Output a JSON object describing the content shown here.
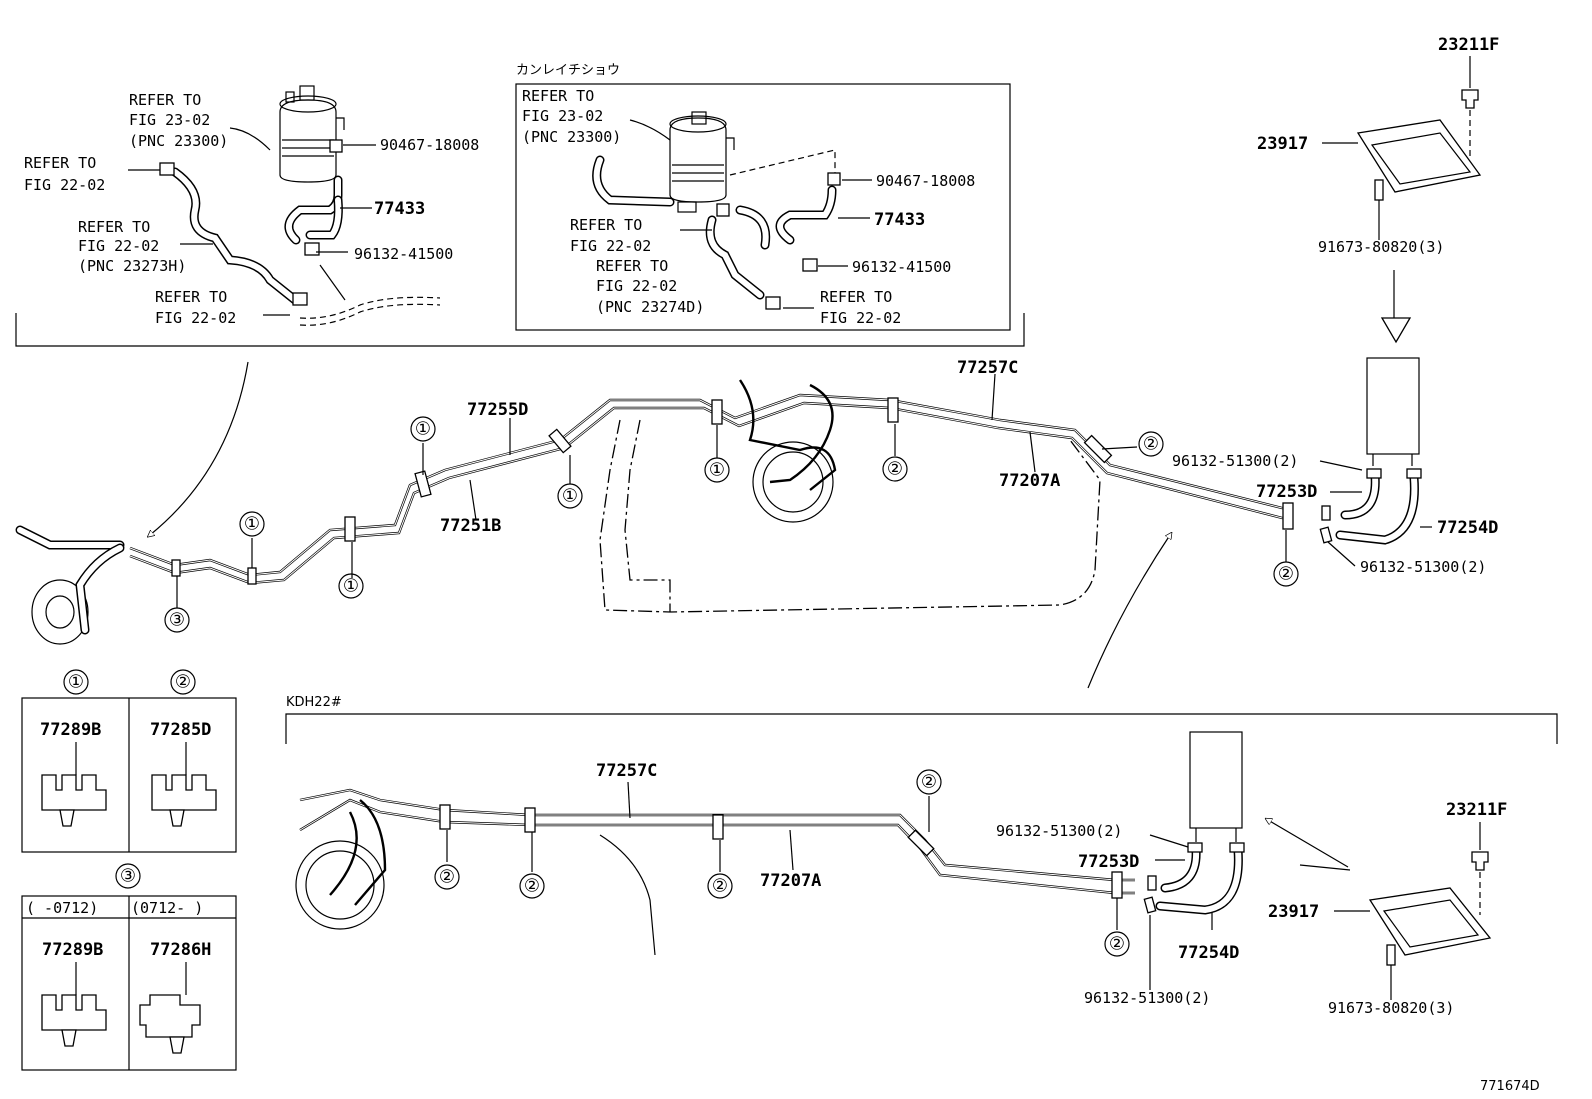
{
  "diagram_id": "771674D",
  "top_left": {
    "refer1": [
      "REFER TO",
      "FIG 23-02",
      "(PNC 23300)"
    ],
    "refer2": [
      "REFER TO",
      "FIG 22-02"
    ],
    "refer3": [
      "REFER TO",
      "FIG 22-02",
      "(PNC 23273H)"
    ],
    "refer4": [
      "REFER TO",
      "FIG 22-02"
    ],
    "p_90467": "90467-18008",
    "p_77433": "77433",
    "p_96132": "96132-41500"
  },
  "top_mid": {
    "title": "カンレイチショウ",
    "refer1": [
      "REFER TO",
      "FIG 23-02",
      "(PNC 23300)"
    ],
    "refer2": [
      "REFER TO",
      "FIG 22-02"
    ],
    "refer3": [
      "REFER TO",
      "FIG 22-02",
      "(PNC 23274D)"
    ],
    "refer4": [
      "REFER TO",
      "FIG 22-02"
    ],
    "p_90467": "90467-18008",
    "p_77433": "77433",
    "p_96132": "96132-41500"
  },
  "top_right": {
    "p_23211F": "23211F",
    "p_23917": "23917",
    "p_91673": "91673-80820(3)"
  },
  "main": {
    "p_77257C": "77257C",
    "p_77255D": "77255D",
    "p_77251B": "77251B",
    "p_77207A": "77207A",
    "p_96132_a": "96132-51300(2)",
    "p_77253D": "77253D",
    "p_77254D": "77254D",
    "p_96132_b": "96132-51300(2)"
  },
  "clips": {
    "c1": "①",
    "c2": "②",
    "c3": "③",
    "c1_part": "77289B",
    "c2_part": "77285D",
    "c3_left_range": "(    -0712)",
    "c3_right_range": "(0712-    )",
    "c3_left_part": "77289B",
    "c3_right_part": "77286H"
  },
  "kdh": {
    "title": "KDH22#",
    "p_77257C": "77257C",
    "p_77207A": "77207A",
    "p_96132_a": "96132-51300(2)",
    "p_77253D": "77253D",
    "p_77254D": "77254D",
    "p_96132_b": "96132-51300(2)",
    "p_23211F": "23211F",
    "p_23917": "23917",
    "p_91673": "91673-80820(3)"
  }
}
